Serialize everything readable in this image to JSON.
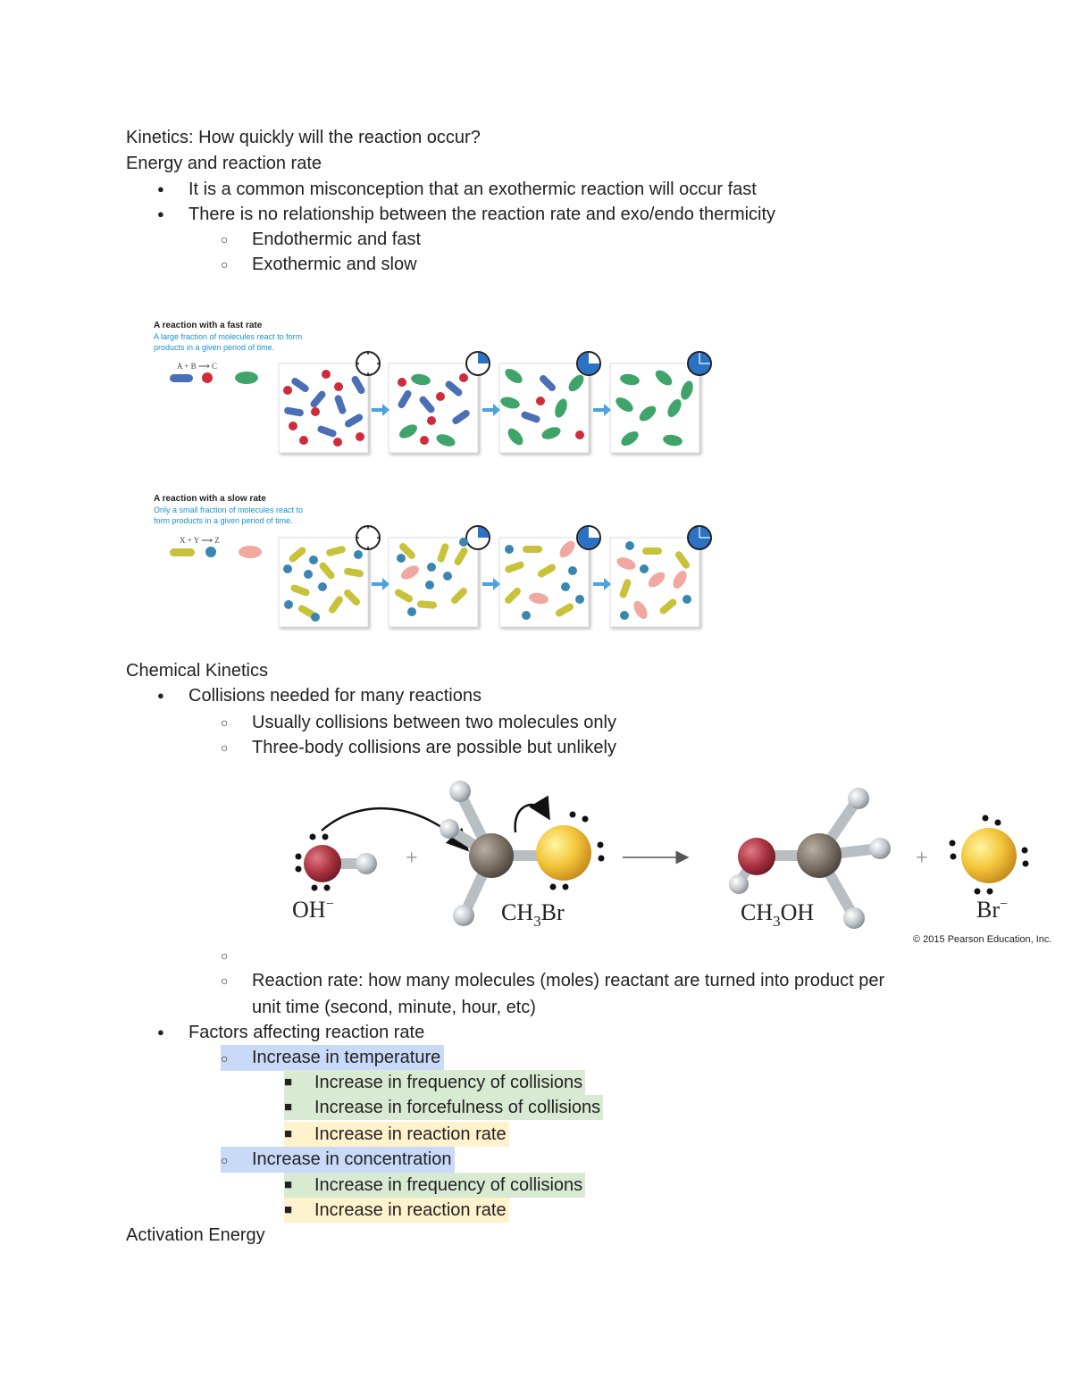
{
  "heading_kinetics": "Kinetics: How quickly will the reaction occur?",
  "energy_rate": {
    "title": "Energy and reaction rate",
    "b1": "It is a common misconception that an exothermic reaction will occur fast",
    "b2": "There is no relationship between the reaction rate and exo/endo thermicity",
    "s1": "Endothermic and fast",
    "s2": "Exothermic and slow"
  },
  "figure1": {
    "fast_title": "A reaction with a fast rate",
    "fast_desc1": "A large fraction of molecules react to form",
    "fast_desc2": "products in a given period of time.",
    "fast_eq": "A  +  B  ⟶  C",
    "slow_title": "A reaction with a slow rate",
    "slow_desc1": "Only a small fraction of molecules react to",
    "slow_desc2": "form products in a given period of time.",
    "slow_eq": "X  +  Y  ⟶  Z",
    "colors": {
      "a": "#4a6fb5",
      "b": "#d02b3a",
      "c": "#3fa46a",
      "x": "#c8c23a",
      "y": "#3a86b0",
      "z": "#f0a8a0",
      "clock": "#2c72c4",
      "arrow": "#4aa3df"
    }
  },
  "chem_kinetics": {
    "title": "Chemical Kinetics",
    "b1": "Collisions needed for many reactions",
    "s1": "Usually collisions between two molecules only",
    "s2": "Three-body collisions are possible but unlikely"
  },
  "figure2": {
    "oh": "OH",
    "oh_sup": "−",
    "ch3br_a": "CH",
    "ch3br_sub": "3",
    "ch3br_b": "Br",
    "ch3oh_a": "CH",
    "ch3oh_sub": "3",
    "ch3oh_b": "OH",
    "br": "Br",
    "br_sup": "−",
    "plus": "+",
    "copyright": "© 2015 Pearson Education, Inc."
  },
  "rate_def_1": "Reaction rate: how many molecules (moles) reactant are turned into product per",
  "rate_def_2": "unit time (second, minute, hour, etc)",
  "factors": {
    "title": "Factors affecting reaction rate",
    "temp": "Increase in temperature",
    "temp_items": [
      "Increase in frequency of collisions",
      "Increase in forcefulness of collisions",
      "Increase in reaction rate"
    ],
    "conc": "Increase in concentration",
    "conc_items": [
      "Increase in frequency of collisions",
      "Increase in reaction rate"
    ]
  },
  "activation": "Activation Energy",
  "glyphs": {
    "disc": "●",
    "circle": "○",
    "square": "■"
  }
}
